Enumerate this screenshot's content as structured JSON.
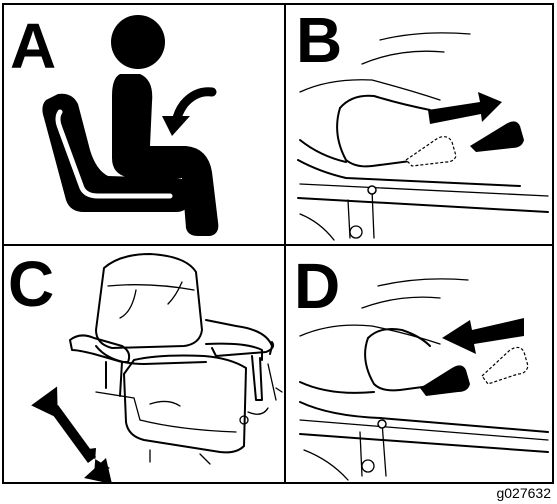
{
  "panels": [
    {
      "letter": "A"
    },
    {
      "letter": "B"
    },
    {
      "letter": "C"
    },
    {
      "letter": "D"
    }
  ],
  "figure_id": "g027632",
  "colors": {
    "ink": "#000000",
    "background": "#ffffff"
  }
}
